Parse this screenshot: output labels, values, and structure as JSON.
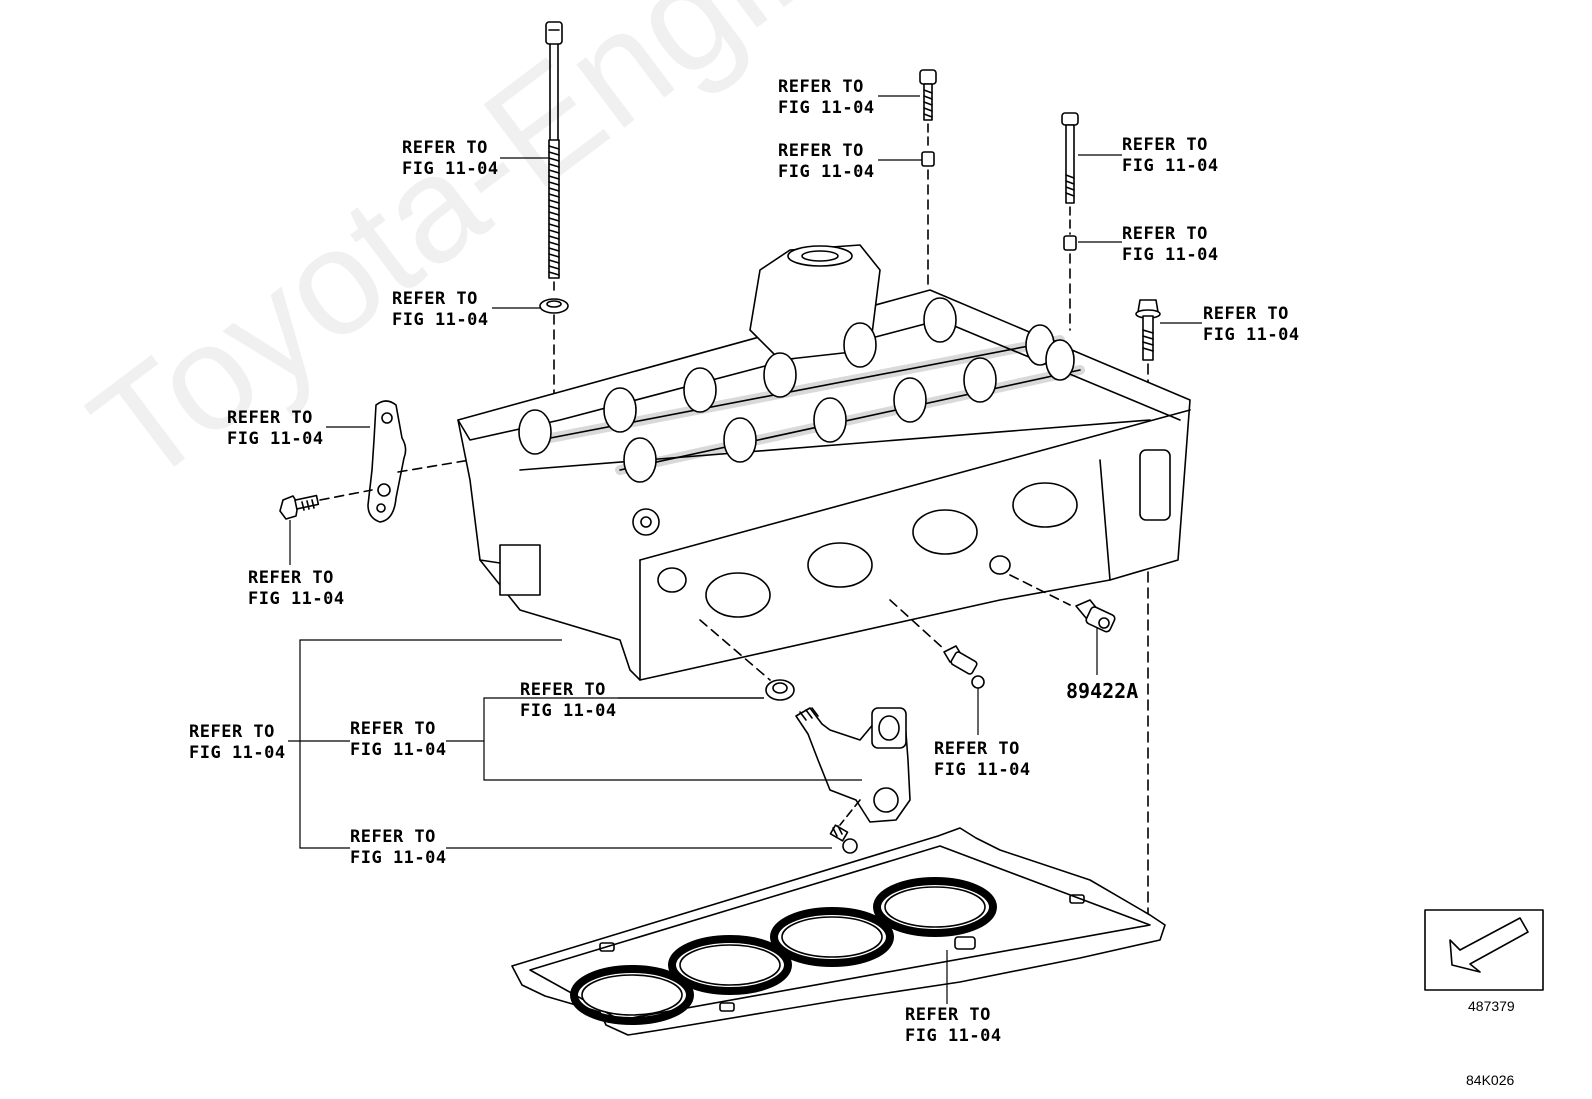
{
  "watermark": "Toyota-Engine.ru",
  "labels": [
    {
      "id": "long-bolt",
      "line1": "REFER TO",
      "line2": "FIG 11-04"
    },
    {
      "id": "washer",
      "line1": "REFER TO",
      "line2": "FIG 11-04"
    },
    {
      "id": "bracket",
      "line1": "REFER TO",
      "line2": "FIG 11-04"
    },
    {
      "id": "bracket-bolt",
      "line1": "REFER TO",
      "line2": "FIG 11-04"
    },
    {
      "id": "top-bolt",
      "line1": "REFER TO",
      "line2": "FIG 11-04"
    },
    {
      "id": "top-pin",
      "line1": "REFER TO",
      "line2": "FIG 11-04"
    },
    {
      "id": "right-bolt",
      "line1": "REFER TO",
      "line2": "FIG 11-04"
    },
    {
      "id": "right-pin",
      "line1": "REFER TO",
      "line2": "FIG 11-04"
    },
    {
      "id": "flange-bolt",
      "line1": "REFER TO",
      "line2": "FIG 11-04"
    },
    {
      "id": "cylinder-head",
      "line1": "REFER TO",
      "line2": "FIG 11-04"
    },
    {
      "id": "oil-control-valve",
      "line1": "REFER TO",
      "line2": "FIG 11-04"
    },
    {
      "id": "gasket-ring",
      "line1": "REFER TO",
      "line2": "FIG 11-04"
    },
    {
      "id": "valve-screw",
      "line1": "REFER TO",
      "line2": "FIG 11-04"
    },
    {
      "id": "plug",
      "line1": "REFER TO",
      "line2": "FIG 11-04"
    },
    {
      "id": "head-gasket",
      "line1": "REFER TO",
      "line2": "FIG 11-04"
    }
  ],
  "part_number": "89422A",
  "view_code": "487379",
  "figure_code": "84K026"
}
